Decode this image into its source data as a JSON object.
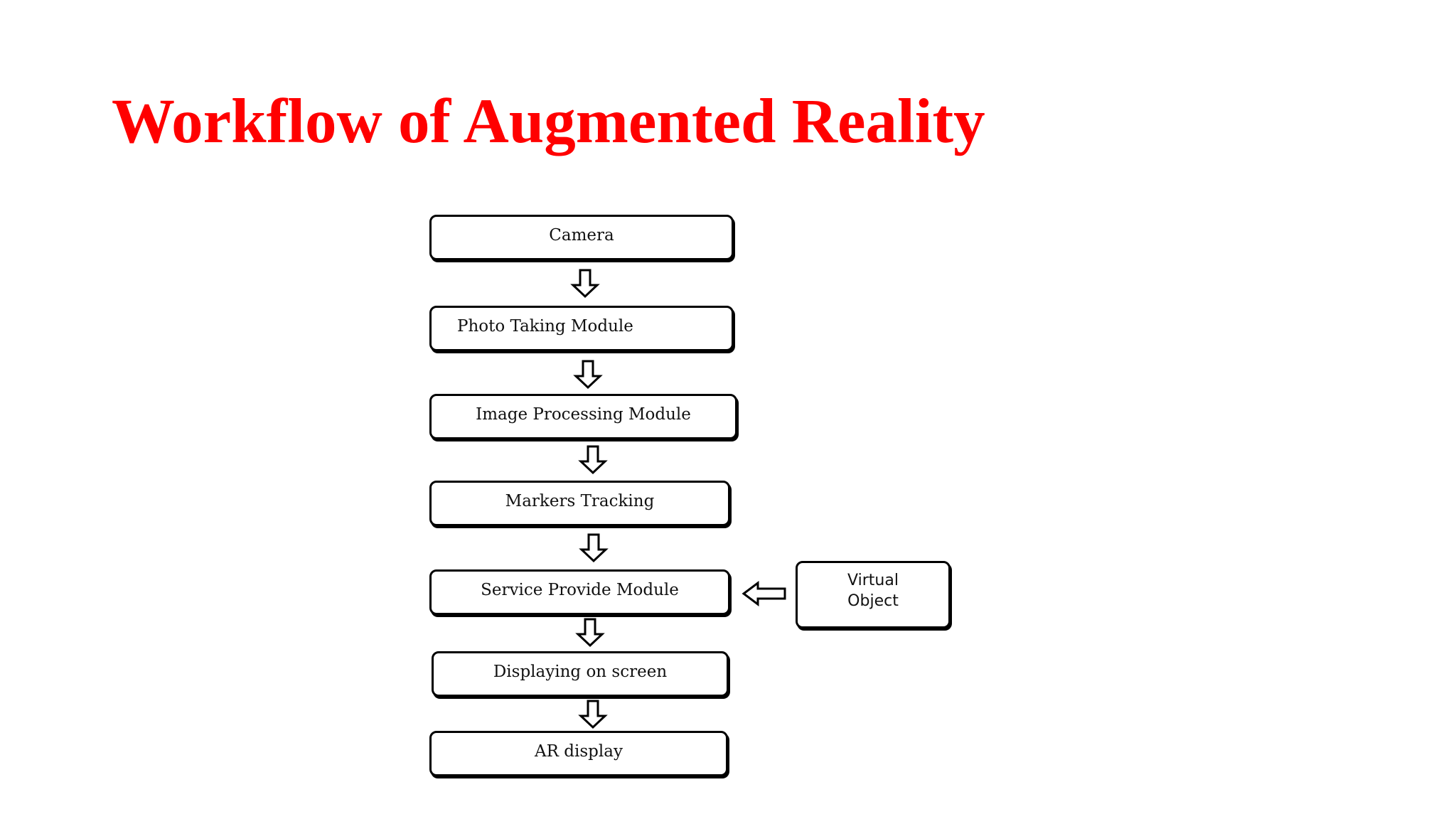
{
  "slide": {
    "title": "Workflow of Augmented Reality",
    "title_color": "#ff0000"
  },
  "diagram": {
    "steps": [
      {
        "label": "Camera"
      },
      {
        "label": "Photo Taking Module"
      },
      {
        "label": "Image Processing Module"
      },
      {
        "label": "Markers Tracking"
      },
      {
        "label": "Service Provide Module"
      },
      {
        "label": "Displaying on screen"
      },
      {
        "label": "AR display"
      }
    ],
    "side_input": {
      "label": "Virtual Object"
    },
    "arrow_icon": "hollow-down-arrow-icon",
    "side_arrow_icon": "hollow-left-arrow-icon"
  }
}
